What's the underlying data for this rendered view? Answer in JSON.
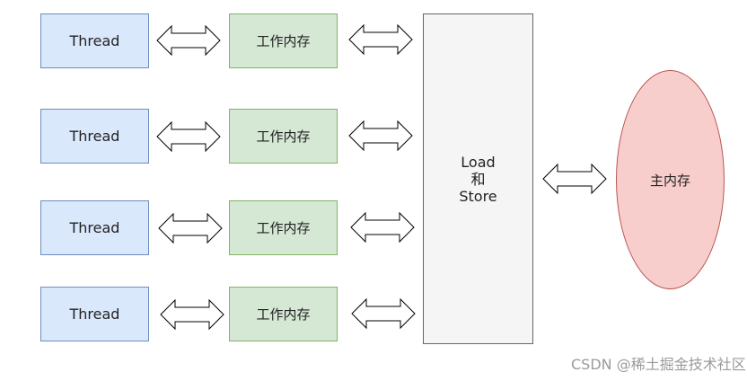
{
  "diagram": {
    "threads": [
      {
        "label": "Thread"
      },
      {
        "label": "Thread"
      },
      {
        "label": "Thread"
      },
      {
        "label": "Thread"
      }
    ],
    "working_memories": [
      {
        "label": "工作内存"
      },
      {
        "label": "工作内存"
      },
      {
        "label": "工作内存"
      },
      {
        "label": "工作内存"
      }
    ],
    "load_store": {
      "line1": "Load",
      "line2": "和",
      "line3": "Store"
    },
    "main_memory": {
      "label": "主内存"
    }
  },
  "colors": {
    "thread_fill": "#dae8fc",
    "thread_stroke": "#6c8ebf",
    "memory_fill": "#d5e8d4",
    "memory_stroke": "#82b366",
    "load_store_fill": "#f5f5f5",
    "load_store_stroke": "#666666",
    "main_memory_fill": "#f8cecc",
    "main_memory_stroke": "#b85450"
  },
  "watermark": "CSDN @稀土掘金技术社区"
}
